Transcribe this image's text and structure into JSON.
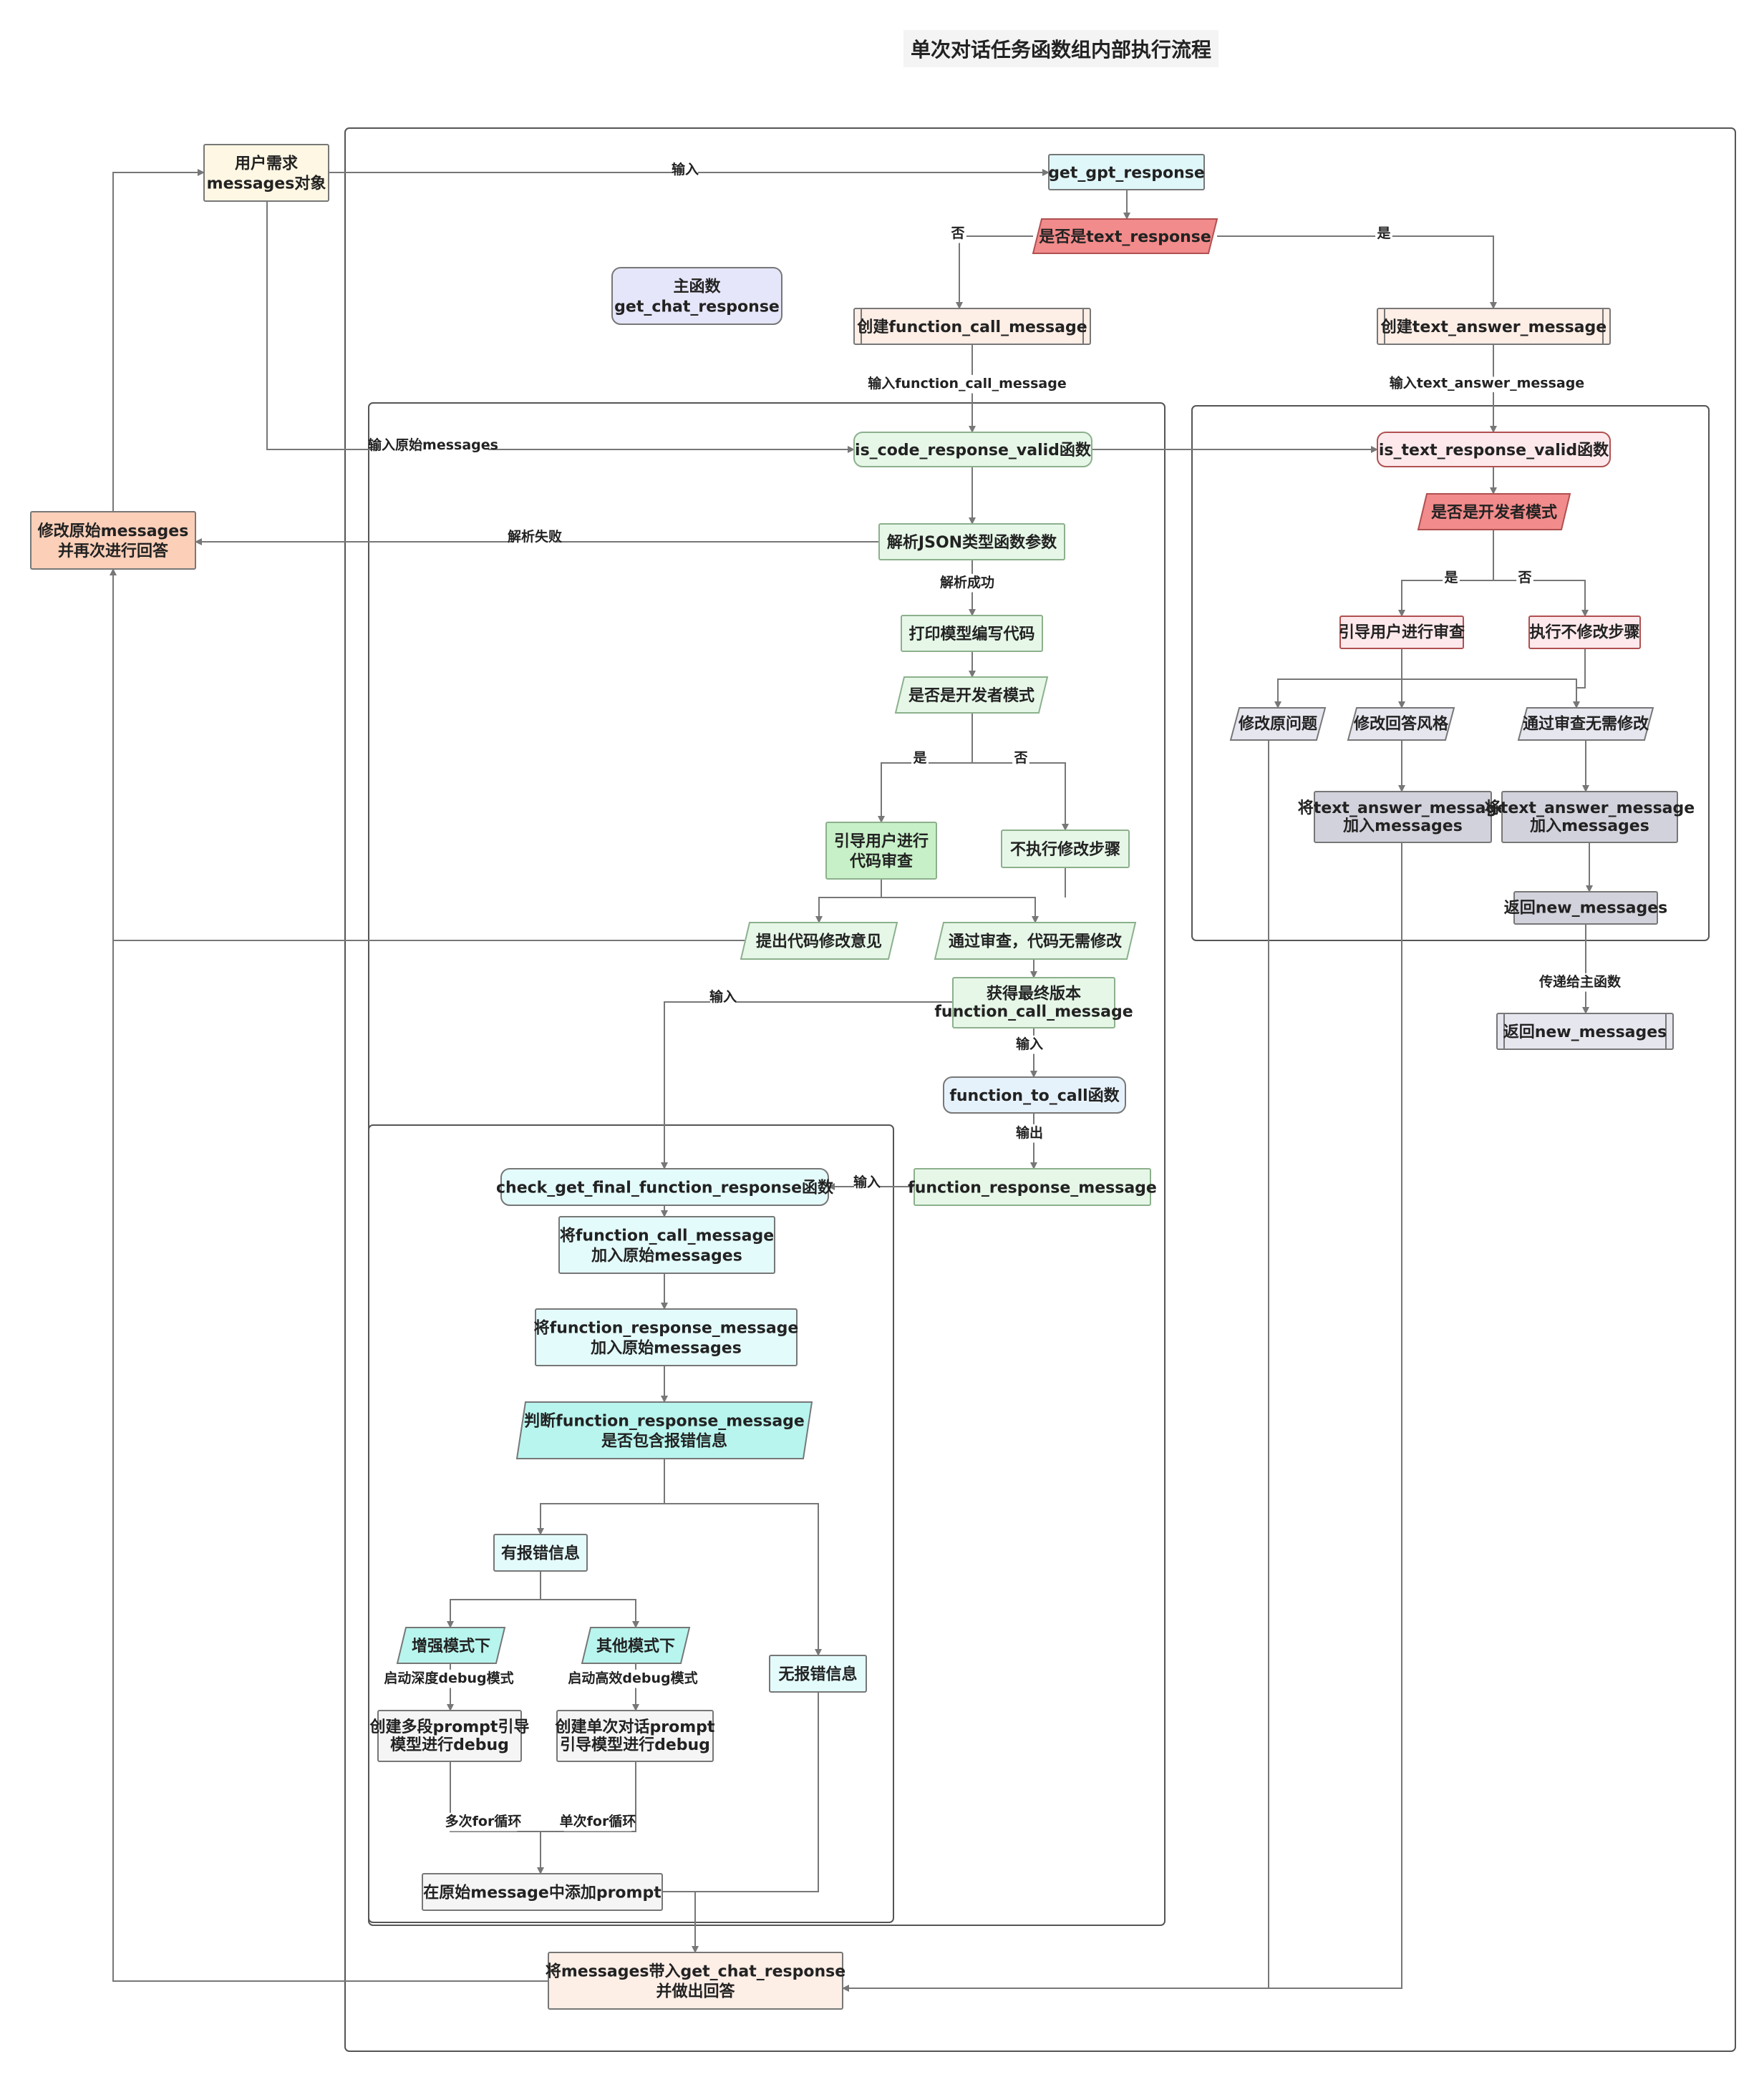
{
  "title": "单次对话任务函数组内部执行流程",
  "nodes": {
    "user_request": [
      "用户需求",
      "messages对象"
    ],
    "main_func": [
      "主函数",
      "get_chat_response"
    ],
    "get_gpt": [
      "get_gpt_response"
    ],
    "is_text": [
      "是否是text_response"
    ],
    "create_fc": [
      "创建function_call_message"
    ],
    "create_ta": [
      "创建text_answer_message"
    ],
    "modify_orig": [
      "修改原始messages",
      "并再次进行回答"
    ],
    "is_code_valid": [
      "is_code_response_valid函数"
    ],
    "parse_json": [
      "解析JSON类型函数参数"
    ],
    "print_code": [
      "打印模型编写代码"
    ],
    "is_dev_left": [
      "是否是开发者模式"
    ],
    "guide_review": [
      "引导用户进行",
      "代码审查"
    ],
    "no_modify_left": [
      "不执行修改步骤"
    ],
    "propose_mod": [
      "提出代码修改意见"
    ],
    "pass_review": [
      "通过审查，代码无需修改"
    ],
    "final_fc": [
      "获得最终版本",
      "function_call_message"
    ],
    "func_to_call": [
      "function_to_call函数"
    ],
    "func_resp": [
      "function_response_message"
    ],
    "check_final": [
      "check_get_final_function_response函数"
    ],
    "add_fc": [
      "将function_call_message",
      "加入原始messages"
    ],
    "add_fr": [
      "将function_response_message",
      "加入原始messages"
    ],
    "judge_err": [
      "判断function_response_message",
      "是否包含报错信息"
    ],
    "has_err": [
      "有报错信息"
    ],
    "enhanced": [
      "增强模式下"
    ],
    "other_mode": [
      "其他模式下"
    ],
    "no_err": [
      "无报错信息"
    ],
    "multi_prompt": [
      "创建多段prompt引导",
      "模型进行debug"
    ],
    "single_prompt": [
      "创建单次对话prompt",
      "引导模型进行debug"
    ],
    "add_prompt": [
      "在原始message中添加prompt"
    ],
    "final_answer": [
      "将messages带入get_chat_response",
      "并做出回答"
    ],
    "is_text_valid": [
      "is_text_response_valid函数"
    ],
    "is_dev_right": [
      "是否是开发者模式"
    ],
    "guide_user": [
      "引导用户进行审查"
    ],
    "no_modify_right": [
      "执行不修改步骤"
    ],
    "mod_question": [
      "修改原问题"
    ],
    "mod_style": [
      "修改回答风格"
    ],
    "pass_no_mod": [
      "通过审查无需修改"
    ],
    "add_ta_1": [
      "将text_answer_message",
      "加入messages"
    ],
    "add_ta_2": [
      "将text_answer_message",
      "加入messages"
    ],
    "return_new_inner": [
      "返回new_messages"
    ],
    "return_new_outer": [
      "返回new_messages"
    ]
  },
  "edge_labels": {
    "input_top": "输入",
    "no_top": "否",
    "yes_top": "是",
    "input_fc": "输入function_call_message",
    "input_ta": "输入text_answer_message",
    "input_orig": "输入原始messages",
    "parse_fail": "解析失败",
    "parse_ok": "解析成功",
    "yes_left": "是",
    "no_left": "否",
    "yes_right": "是",
    "no_right": "否",
    "input_final": "输入",
    "input_call": "输入",
    "output_call": "输出",
    "input_check": "输入",
    "deep_debug": "启动深度debug模式",
    "fast_debug": "启动高效debug模式",
    "multi_loop": "多次for循环",
    "single_loop": "单次for循环",
    "pass_main": "传递给主函数"
  },
  "colors": {
    "cream": "#fef7e4",
    "lavender": "#e6e6fa",
    "cyan_light": "#e0f7fa",
    "red": "#f28b8b",
    "peach": "#fdeee6",
    "orange_peach": "#fbcfb8",
    "green_light": "#e6f7e8",
    "green_mid": "#c8f0c8",
    "blue_light": "#e6f2fb",
    "cyan_pale": "#e4fbfb",
    "aqua": "#b8f5ee",
    "gray_light": "#f5f5f5",
    "pink_light": "#fde9ec",
    "gray_blue": "#e6e6ef",
    "gray_dark": "#d2d2dc",
    "stroke": "#777777",
    "stroke_red": "#b05050",
    "stroke_green": "#8cb08c"
  }
}
